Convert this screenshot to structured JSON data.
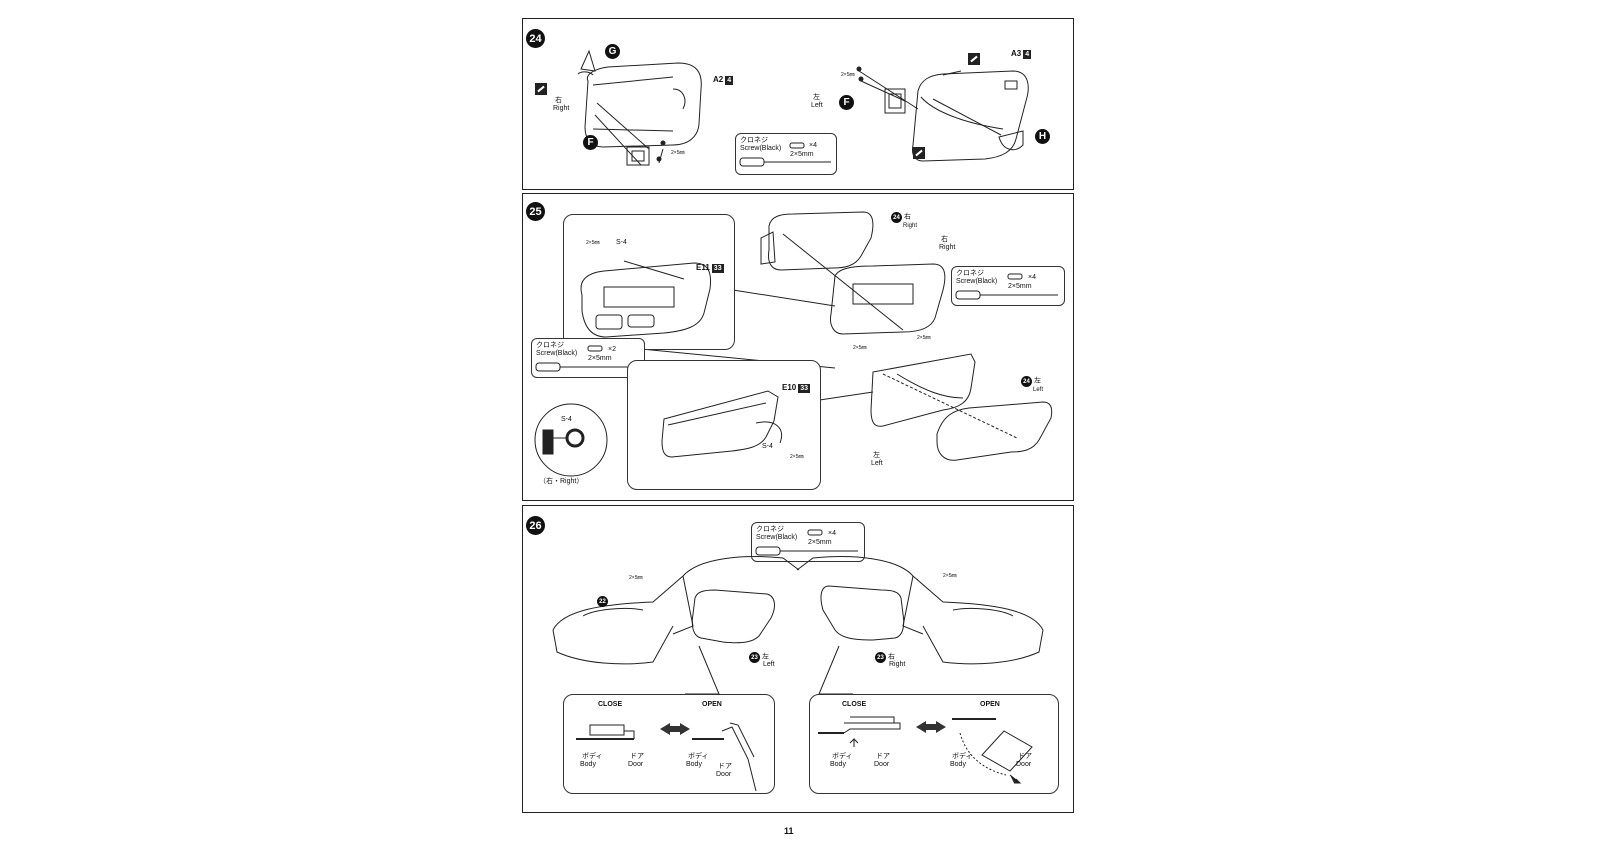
{
  "page_number": "11",
  "step24": {
    "number": "24",
    "g": "G",
    "f_left": "F",
    "f_right": "F",
    "h": "H",
    "a2": "A2",
    "a2_badge": "4",
    "a3": "A3",
    "a3_badge": "4",
    "right_jp": "右",
    "right_en": "Right",
    "left_jp": "左",
    "left_en": "Left",
    "dim_a": "2×5㎜",
    "dim_b": "2×5㎜",
    "screw_jp": "クロネジ",
    "screw_en": "Screw(Black)",
    "screw_qty": "×4",
    "screw_size": "2×5mm"
  },
  "step25": {
    "number": "25",
    "dim_top": "2×5㎜",
    "s4_top": "S-4",
    "e11": "E11",
    "e11_badge": "33",
    "ref_right_num": "24",
    "ref_right_jp": "右",
    "ref_right_en": "Right",
    "right_jp": "右",
    "right_en": "Right",
    "screw_right_jp": "クロネジ",
    "screw_right_en": "Screw(Black)",
    "screw_right_qty": "×4",
    "screw_right_size": "2×5mm",
    "dim_mid": "2×5㎜",
    "screw_left_jp": "クロネジ",
    "screw_left_en": "Screw(Black)",
    "screw_left_qty": "×2",
    "screw_left_size": "2×5mm",
    "dim_low": "2×5㎜",
    "e10": "E10",
    "e10_badge": "33",
    "ref_left_num": "24",
    "ref_left_jp": "左",
    "ref_left_en": "Left",
    "s4_detail": "S-4",
    "detail_caption": "（右・Right）",
    "s4_low": "S-4",
    "dim_e10": "2×5㎜",
    "left_jp": "左",
    "left_en": "Left"
  },
  "step26": {
    "number": "26",
    "screw_jp": "クロネジ",
    "screw_en": "Screw(Black)",
    "screw_qty": "×4",
    "screw_size": "2×5mm",
    "dim_left": "2×5㎜",
    "dim_right": "2×5㎜",
    "body_ref": "22",
    "door_left_num": "23",
    "door_left_jp": "左",
    "door_left_en": "Left",
    "door_right_num": "23",
    "door_right_jp": "右",
    "door_right_en": "Right",
    "detail_left": {
      "close": "CLOSE",
      "open": "OPEN",
      "body_jp": "ボディ",
      "body_en": "Body",
      "door_jp": "ドア",
      "door_en": "Door",
      "body2_jp": "ボディ",
      "body2_en": "Body",
      "door2_jp": "ドア",
      "door2_en": "Door"
    },
    "detail_right": {
      "close": "CLOSE",
      "open": "OPEN",
      "body_jp": "ボディ",
      "body_en": "Body",
      "door_jp": "ドア",
      "door_en": "Door",
      "body2_jp": "ボディ",
      "body2_en": "Body",
      "door2_jp": "ドア",
      "door2_en": "Door"
    }
  }
}
